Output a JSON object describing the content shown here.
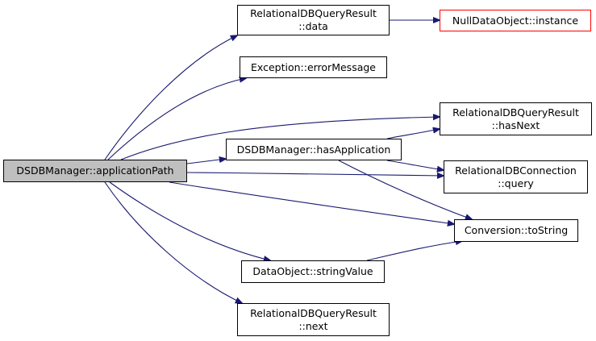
{
  "colors": {
    "edge": "#191970",
    "root_fill": "#bfbfbf",
    "missing_border": "#ff0000"
  },
  "nodes": {
    "root": {
      "lines": [
        "DSDBManager::applicationPath"
      ]
    },
    "rel_data": {
      "lines": [
        "RelationalDBQueryResult",
        "::data"
      ]
    },
    "null_instance": {
      "lines": [
        "NullDataObject::instance"
      ]
    },
    "error_message": {
      "lines": [
        "Exception::errorMessage"
      ]
    },
    "has_next": {
      "lines": [
        "RelationalDBQueryResult",
        "::hasNext"
      ]
    },
    "has_application": {
      "lines": [
        "DSDBManager::hasApplication"
      ]
    },
    "conn_query": {
      "lines": [
        "RelationalDBConnection",
        "::query"
      ]
    },
    "to_string": {
      "lines": [
        "Conversion::toString"
      ]
    },
    "string_value": {
      "lines": [
        "DataObject::stringValue"
      ]
    },
    "rel_next": {
      "lines": [
        "RelationalDBQueryResult",
        "::next"
      ]
    }
  },
  "edges": [
    [
      "root",
      "rel_data"
    ],
    [
      "rel_data",
      "null_instance"
    ],
    [
      "root",
      "error_message"
    ],
    [
      "root",
      "has_next"
    ],
    [
      "root",
      "has_application"
    ],
    [
      "has_application",
      "has_next"
    ],
    [
      "has_application",
      "conn_query"
    ],
    [
      "has_application",
      "to_string"
    ],
    [
      "root",
      "conn_query"
    ],
    [
      "root",
      "to_string"
    ],
    [
      "root",
      "string_value"
    ],
    [
      "string_value",
      "to_string"
    ],
    [
      "root",
      "rel_next"
    ]
  ]
}
